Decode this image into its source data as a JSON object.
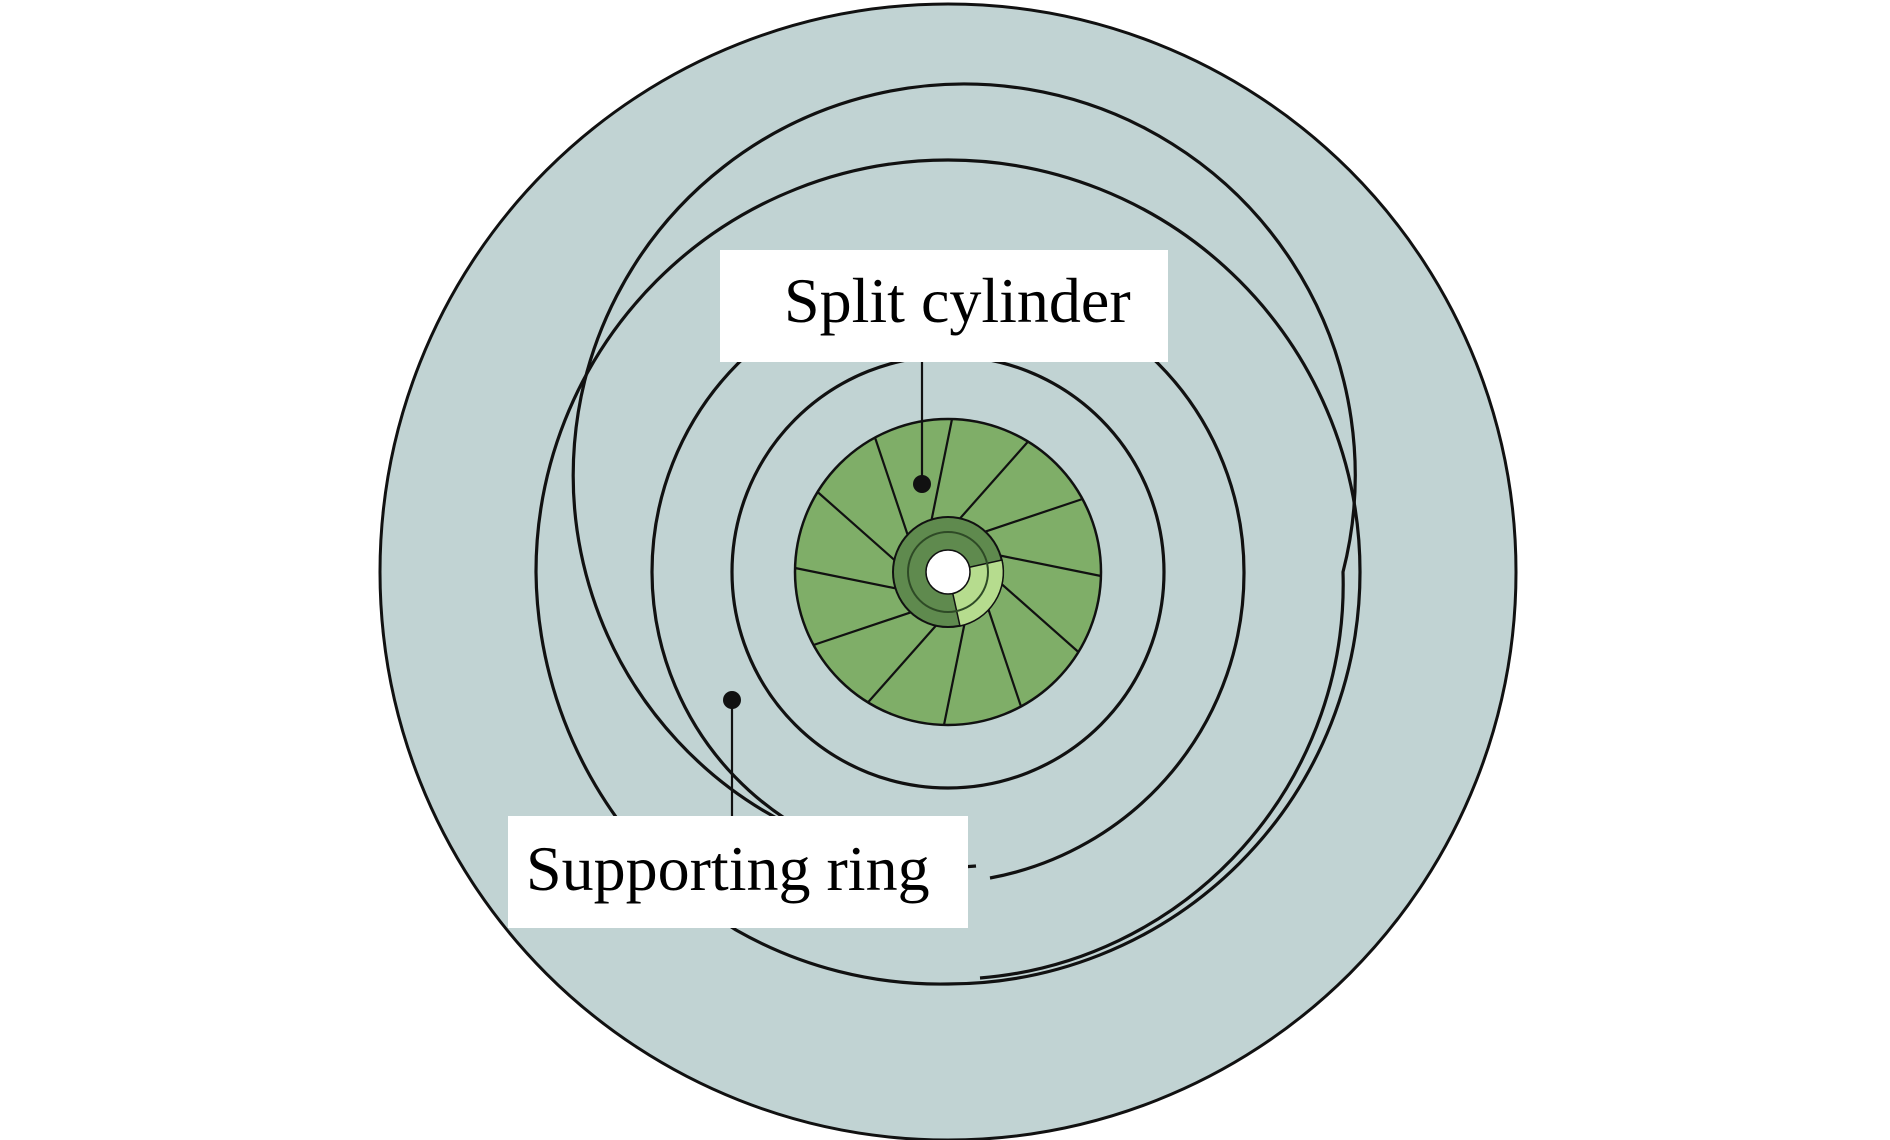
{
  "labels": {
    "split_cylinder": "Split cylinder",
    "supporting_ring": "Supporting ring"
  },
  "colors": {
    "ring_fill": "#c1d3d3",
    "cylinder_fill": "#7fae68",
    "inner_dark": "#5f8a4e",
    "inner_light": "#b6dc8e",
    "line": "#111111",
    "background": "#ffffff"
  },
  "cylinder_segments": 12
}
